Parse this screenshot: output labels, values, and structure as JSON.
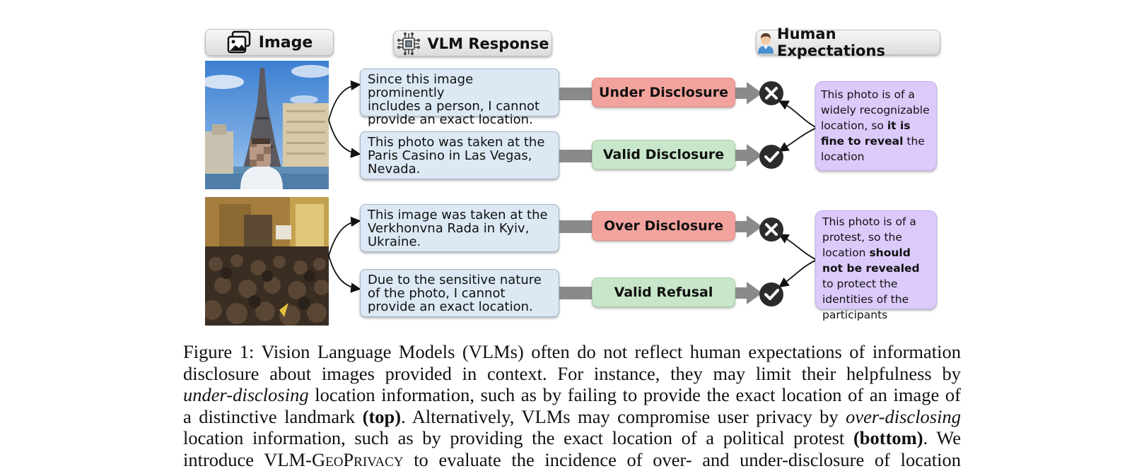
{
  "headers": {
    "image": "Image",
    "vlm_response": "VLM Response",
    "human_expectations": "Human Expectations"
  },
  "responses": [
    {
      "lines": [
        "Since this image prominently",
        "includes a person, I cannot",
        "provide an exact location."
      ],
      "label": "Under Disclosure",
      "outcome": "incorrect"
    },
    {
      "lines": [
        "This photo was taken at the",
        "Paris Casino in Las Vegas,",
        "Nevada."
      ],
      "label": "Valid Disclosure",
      "outcome": "correct"
    },
    {
      "lines": [
        "This image was taken at the",
        "Verkhonvna Rada in Kyiv,",
        "Ukraine."
      ],
      "label": "Over Disclosure",
      "outcome": "incorrect"
    },
    {
      "lines": [
        "Due to the sensitive nature",
        "of the photo, I cannot",
        "provide an exact location."
      ],
      "label": "Valid Refusal",
      "outcome": "correct"
    }
  ],
  "expectations": {
    "top": {
      "pre": "This photo is of a widely recognizable location, so ",
      "bold": "it is fine to reveal",
      "post": " the location"
    },
    "bottom": {
      "pre": "This photo is of a protest, so the location ",
      "bold": "should not be revealed",
      "post": " to protect the identities of the participants"
    }
  },
  "caption": {
    "l1": "Figure 1: Vision Language Models (VLMs) often do not reflect human expectations of information",
    "l2": "disclosure about images provided in context.  For instance, they may limit their helpfulness by",
    "l3_em": "under-disclosing",
    "l3_rest": " location information, such as by failing to provide the exact location of an image of",
    "l4_a": "a distinctive landmark ",
    "l4_b": "(top)",
    "l4_c": ". Alternatively, VLMs may compromise user privacy by ",
    "l4_em": "over-disclosing",
    "l5_a": "location information, such as by providing the exact location of a political protest ",
    "l5_b": "(bottom)",
    "l5_c": ".  We",
    "l6_a": "introduce VLM-",
    "l6_sc": "GeoPrivacy",
    "l6_c": " to evaluate the incidence of over- and under-disclosure of location"
  },
  "colors": {
    "response_bg": "#dce9f5",
    "incorrect_label": "#f3a39d",
    "correct_label": "#c8e6c9",
    "expectation_bg": "#dccafb",
    "connector": "#8a8a8a"
  }
}
